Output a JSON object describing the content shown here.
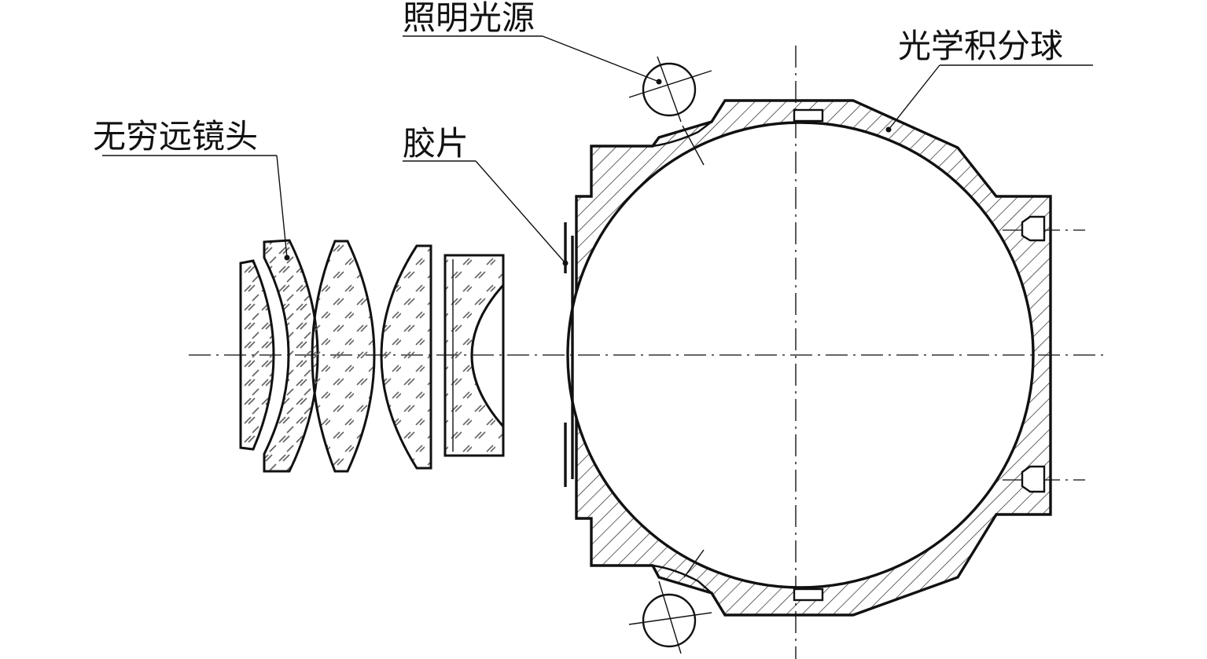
{
  "labels": {
    "illumination": "照明光源",
    "integrating_sphere": "光学积分球",
    "infinity_lens": "无穷远镜头",
    "film": "胶片"
  },
  "colors": {
    "line": "#111111",
    "glass_hatch": "#555555",
    "background": "#ffffff"
  }
}
